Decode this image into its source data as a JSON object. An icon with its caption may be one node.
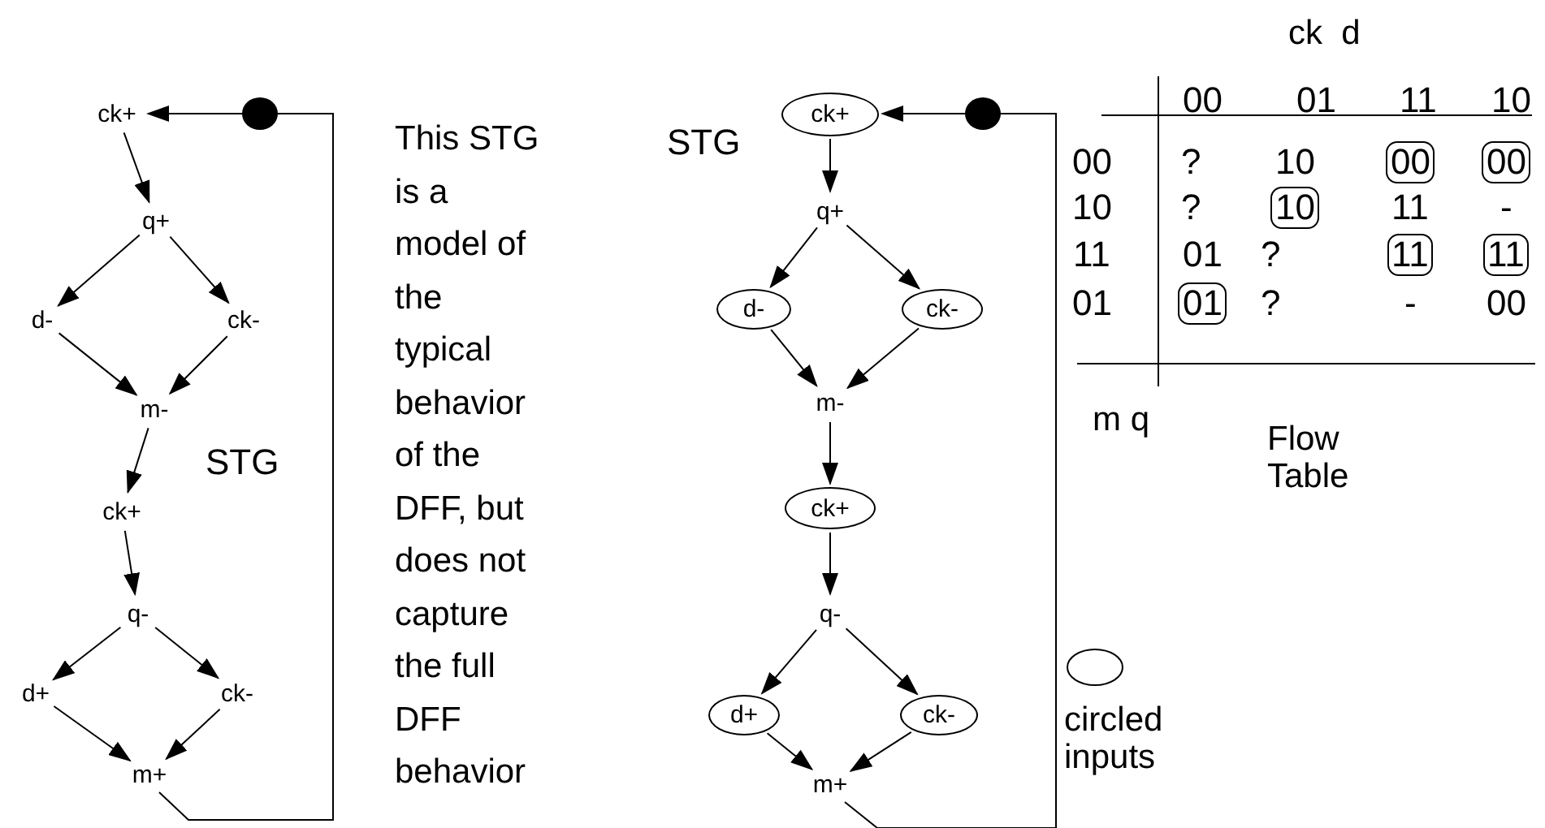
{
  "diagram": {
    "nodes": [
      {
        "text": [
          "ck+"
        ]
      },
      {
        "text": [
          "q+"
        ]
      },
      {
        "text": [
          "d-"
        ]
      },
      {
        "text": [
          "ck-"
        ]
      },
      {
        "text": [
          "m-"
        ]
      },
      {
        "text": [
          "ck+"
        ]
      },
      {
        "text": [
          "q-"
        ]
      },
      {
        "text": [
          "d+"
        ]
      },
      {
        "text": [
          "ck-"
        ]
      },
      {
        "text": [
          "m+"
        ]
      },
      {
        "text": [
          "ck+"
        ]
      },
      {
        "text": [
          "q+"
        ]
      },
      {
        "text": [
          "d-"
        ]
      },
      {
        "text": [
          "ck-"
        ]
      },
      {
        "text": [
          "m-"
        ]
      },
      {
        "text": [
          "ck+"
        ]
      },
      {
        "text": [
          "q-"
        ]
      },
      {
        "text": [
          "d+"
        ]
      },
      {
        "text": [
          "ck-"
        ]
      },
      {
        "text": [
          "m+"
        ]
      }
    ],
    "edges": [
      {
        "from": 0,
        "to": 1,
        "arrow": "to"
      },
      {
        "from": 1,
        "to": 2,
        "arrow": "to"
      },
      {
        "from": 1,
        "to": 3,
        "arrow": "to"
      },
      {
        "from": 2,
        "to": 4,
        "arrow": "to"
      },
      {
        "from": 3,
        "to": 4,
        "arrow": "to"
      },
      {
        "from": 4,
        "to": 5,
        "arrow": "to"
      },
      {
        "from": 5,
        "to": 6,
        "arrow": "to"
      },
      {
        "from": 6,
        "to": 7,
        "arrow": "to"
      },
      {
        "from": 6,
        "to": 8,
        "arrow": "to"
      },
      {
        "from": 7,
        "to": 9,
        "arrow": "to"
      },
      {
        "from": 8,
        "to": 9,
        "arrow": "to"
      },
      {
        "from": 9,
        "to": 0,
        "arrow": "to"
      },
      {
        "from": 10,
        "to": 11,
        "arrow": "to"
      },
      {
        "from": 11,
        "to": 12,
        "arrow": "to"
      },
      {
        "from": 11,
        "to": 13,
        "arrow": "to"
      },
      {
        "from": 12,
        "to": 14,
        "arrow": "to"
      },
      {
        "from": 13,
        "to": 14,
        "arrow": "to"
      },
      {
        "from": 14,
        "to": 15,
        "arrow": "to"
      },
      {
        "from": 15,
        "to": 16,
        "arrow": "to"
      },
      {
        "from": 16,
        "to": 17,
        "arrow": "to"
      },
      {
        "from": 16,
        "to": 18,
        "arrow": "to"
      },
      {
        "from": 17,
        "to": 19,
        "arrow": "to"
      },
      {
        "from": 18,
        "to": 19,
        "arrow": "to"
      },
      {
        "from": 19,
        "to": 10,
        "arrow": "to"
      }
    ],
    "labels": [
      "STG",
      "This STG is a model of the typical behavior of the DFF, but does not capture the full DFF behavior",
      "STG",
      "ck  d",
      "00",
      "01",
      "11",
      "10",
      "00",
      "?",
      "10",
      "00",
      "00",
      "10",
      "?",
      "10",
      "11",
      "-",
      "11",
      "01",
      "?",
      "11",
      "11",
      "01",
      "01",
      "?",
      "-",
      "00",
      "m q",
      "Flow Table"
    ],
    "legend": [
      {
        "text": "circled inputs"
      }
    ]
  }
}
